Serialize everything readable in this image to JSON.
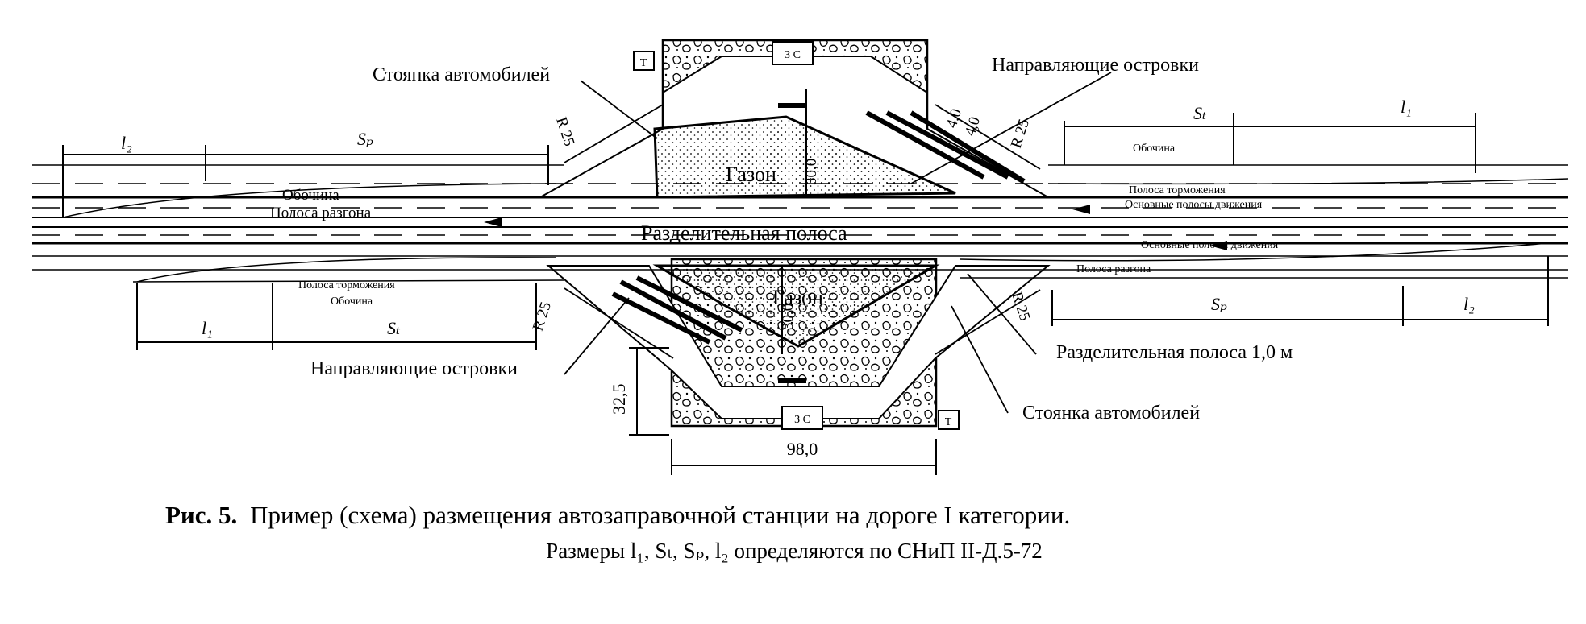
{
  "labels": {
    "parking_top": "Стоянка автомобилей",
    "parking_bottom": "Стоянка автомобилей",
    "islands_top": "Направляющие островки",
    "islands_bottom": "Направляющие островки",
    "lawn_top": "Газон",
    "lawn_bottom": "Газон",
    "median": "Разделительная полоса",
    "median_width": "Разделительная полоса 1,0 м",
    "shoulder_left": "Обочина",
    "shoulder_right": "Обочина",
    "shoulder_bottom": "Обочина",
    "accel_lane_left": "Полоса разгона",
    "accel_lane_right": "Полоса разгона",
    "decel_lane_right": "Полоса торможения",
    "decel_lane_left": "Полоса торможения",
    "main_lanes_top": "Основные полосы движения",
    "main_lanes_bottom": "Основные полосы движения",
    "restroom": "Т",
    "station_top": "З С",
    "station_bottom": "З С"
  },
  "dimensions": {
    "l2": "l₂",
    "Sp": "Sₚ",
    "St": "Sₜ",
    "l1": "l₁",
    "radius": "R 25",
    "d4": "4,0",
    "d30": "30,0",
    "d32": "32,5",
    "d98": "98,0"
  },
  "caption": {
    "prefix": "Рис. 5.",
    "title": "Пример (схема) размещения автозаправочной станции на дороге I категории.",
    "line2": "Размеры l₁, Sₜ, Sₚ, l₂  определяются по СНиП II-Д.5-72"
  }
}
